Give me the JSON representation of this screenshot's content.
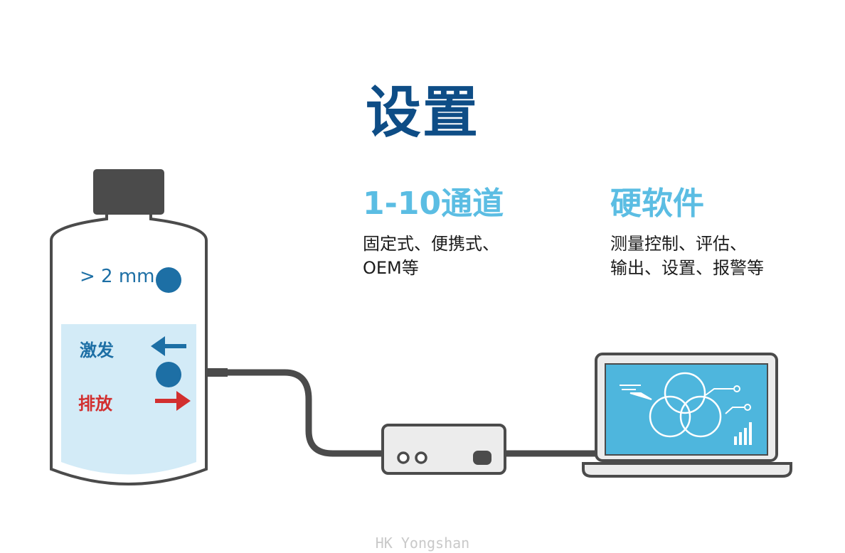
{
  "title": "设置",
  "columns": [
    {
      "heading": "1-10通道",
      "lines": [
        "固定式、便携式、",
        "OEM等"
      ]
    },
    {
      "heading": "硬软件",
      "lines": [
        "测量控制、评估、",
        "输出、设置、报警等"
      ]
    }
  ],
  "bottle": {
    "size_label": "> 2 mm",
    "excite_label": "激发",
    "discharge_label": "排放"
  },
  "colors": {
    "title": "#0e4d86",
    "heading": "#5bbde3",
    "excite": "#1d6fa5",
    "discharge": "#d22f2f",
    "device_dark": "#4b4b4b",
    "liquid": "#d3ebf7",
    "screen": "#4eb6dd"
  },
  "icons": {
    "bottle": "bottle-icon",
    "device": "sensor-box-icon",
    "laptop": "laptop-icon",
    "cable": "cable-icon"
  },
  "footer": "HK Yongshan"
}
